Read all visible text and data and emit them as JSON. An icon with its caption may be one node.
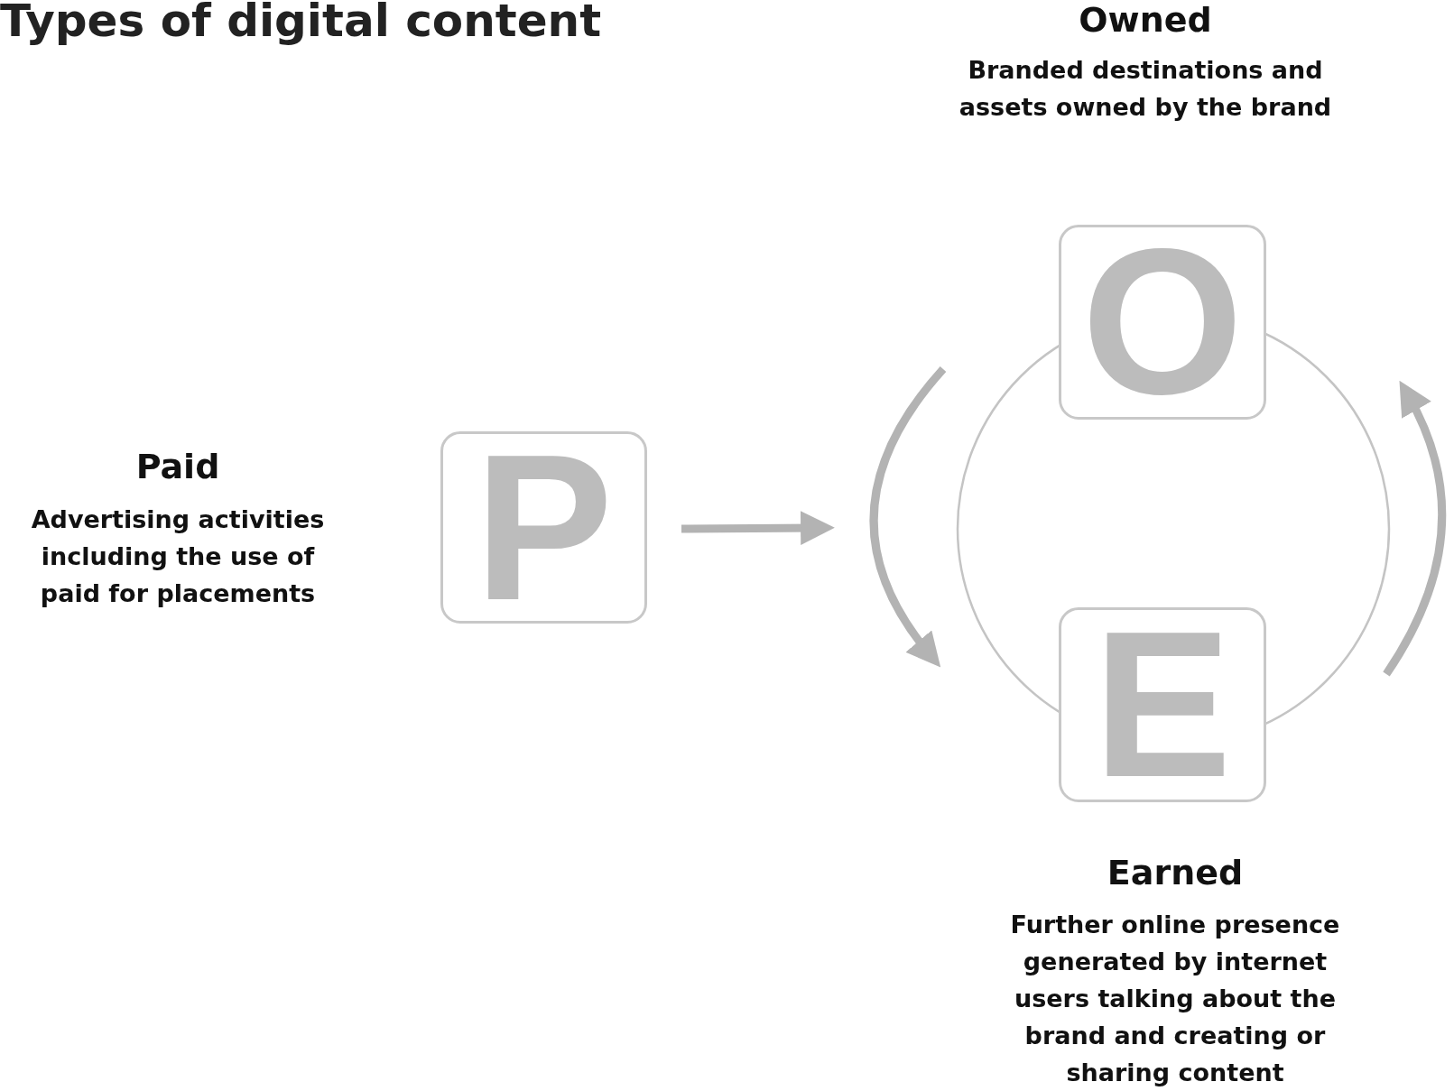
{
  "diagram": {
    "title": "Types of digital content",
    "nodes": [
      {
        "text": [
          "P"
        ],
        "beside": [
          "Paid",
          "Advertising activities including the use of paid for placements"
        ]
      },
      {
        "text": [],
        "shape": "circle"
      },
      {
        "text": [
          "O"
        ],
        "beside": [
          "Owned",
          "Branded destinations and assets owned by the brand"
        ]
      },
      {
        "text": [
          "E"
        ],
        "beside": [
          "Earned",
          "Further online presence generated by internet users talking about the brand and creating or sharing content"
        ]
      }
    ],
    "edges": [
      {
        "from": 0,
        "to": 1,
        "arrow": "to"
      }
    ]
  }
}
